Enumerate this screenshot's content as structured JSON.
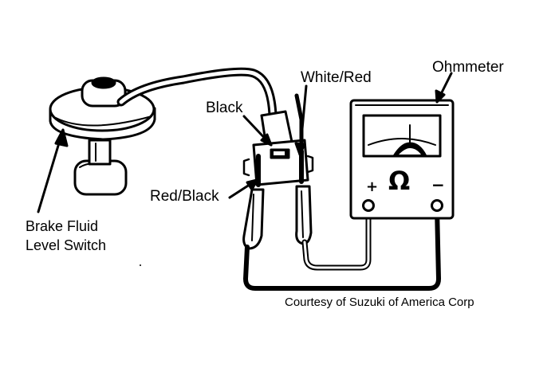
{
  "labels": {
    "switch_line1": "Brake Fluid",
    "switch_line2": "Level Switch",
    "black": "Black",
    "white_red": "White/Red",
    "red_black": "Red/Black",
    "ohmmeter": "Ohmmeter",
    "credit": "Courtesy of Suzuki of America Corp"
  },
  "meter": {
    "unit_symbol": "Ω",
    "positive_symbol": "+",
    "negative_symbol": "−"
  },
  "colors": {
    "ink": "#000000",
    "paper": "#ffffff"
  }
}
